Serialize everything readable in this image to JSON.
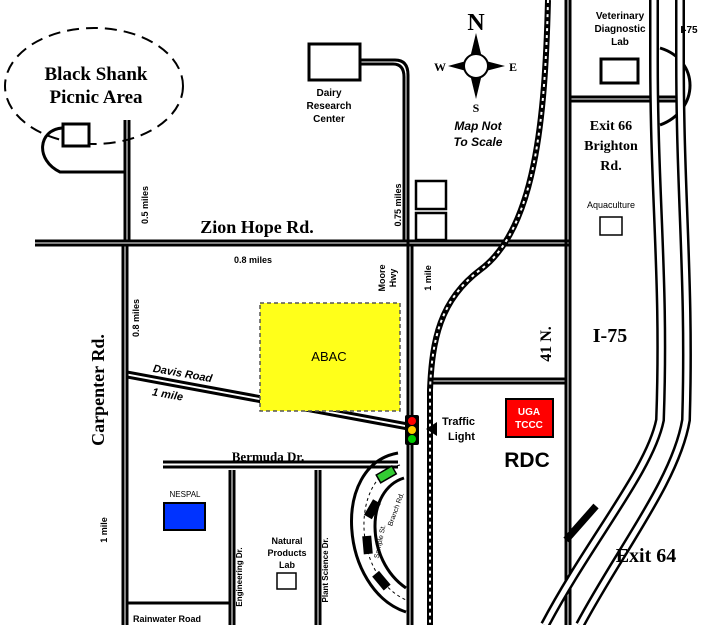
{
  "places": {
    "black_shank": [
      "Black Shank",
      "Picnic Area"
    ],
    "dairy": [
      "Dairy",
      "Research",
      "Center"
    ],
    "vet": [
      "Veterinary",
      "Diagnostic",
      "Lab"
    ],
    "exit66": [
      "Exit 66",
      "Brighton",
      "Rd."
    ],
    "aquaculture": "Aquaculture",
    "abac": "ABAC",
    "ugatccc": [
      "UGA",
      "TCCC"
    ],
    "rdc": "RDC",
    "nespal": "NESPAL",
    "natural_products": [
      "Natural",
      "Products",
      "Lab"
    ],
    "traffic_light": [
      "Traffic",
      "Light"
    ],
    "exit64": "Exit 64"
  },
  "roads": {
    "zion_hope": "Zion Hope Rd.",
    "carpenter": "Carpenter Rd.",
    "davis": "Davis Road",
    "bermuda": "Bermuda Dr.",
    "moore": [
      "Moore",
      "Hwy"
    ],
    "rainwater": "Rainwater Road",
    "engineering": "Engineering Dr.",
    "plant_science": "Plant Science Dr.",
    "us41": "41 N.",
    "i75_main": "I-75",
    "i75_corner": "I-75",
    "small_loop_a": "Sample St.",
    "small_loop_b": "Branch Rd."
  },
  "distances": {
    "d05": "0.5 miles",
    "d075": "0.75 miles",
    "d08_top": "0.8 miles",
    "d08_side": "0.8 miles",
    "d1_moore": "1 mile",
    "d1_davis": "1 mile",
    "d1_side": "1 mile"
  },
  "compass": {
    "n": "N",
    "s": "S",
    "e": "E",
    "w": "W"
  },
  "scale_note": [
    "Map Not",
    "To Scale"
  ],
  "colors": {
    "abac_fill": "#ffff1a",
    "rdc_fill": "#ff0000",
    "nespal_fill": "#0033ff",
    "light_red": "#ff0000",
    "light_yellow": "#ffcc00",
    "light_green": "#00cc00",
    "parking_green": "#33cc33"
  }
}
